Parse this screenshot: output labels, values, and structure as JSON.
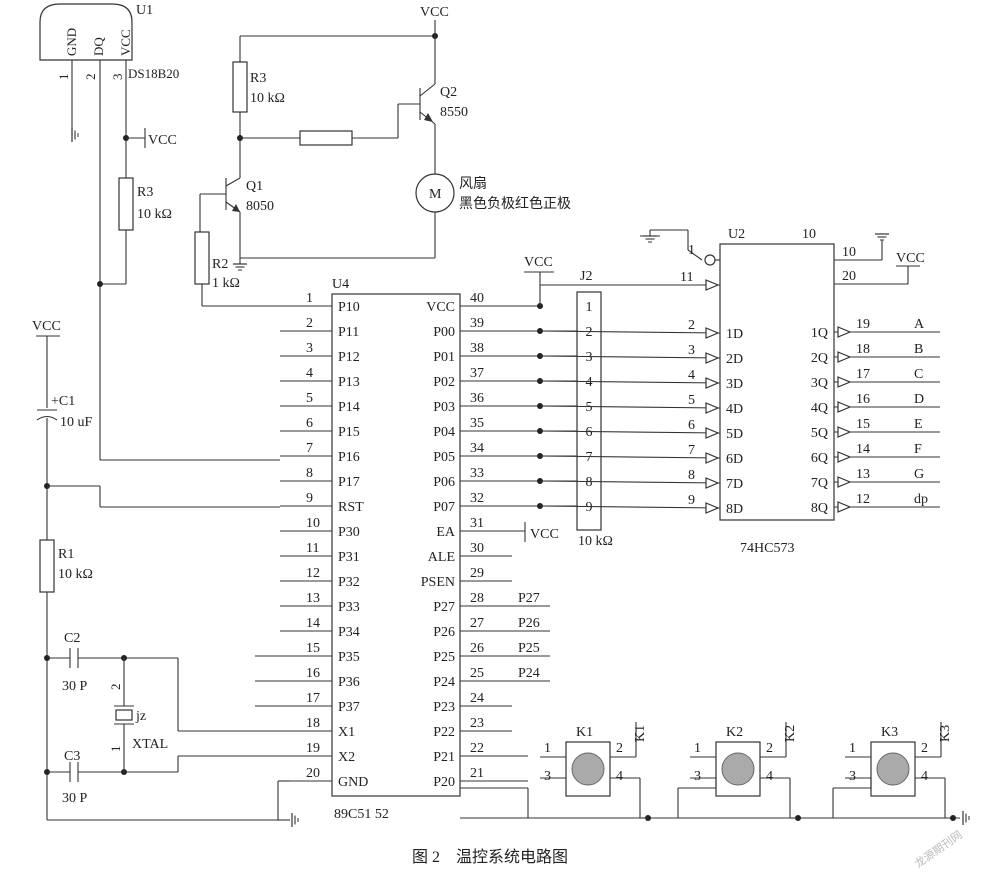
{
  "caption": "图 2　温控系统电路图",
  "watermark": "龙源期刊网",
  "net_vcc": "VCC",
  "sensor": {
    "ref": "U1",
    "model": "DS18B20",
    "pins": [
      {
        "num": "1",
        "name": "GND"
      },
      {
        "num": "2",
        "name": "DQ"
      },
      {
        "num": "3",
        "name": "VCC"
      }
    ]
  },
  "pullup": {
    "ref": "R3",
    "value": "10 kΩ"
  },
  "fan": {
    "r_top": {
      "ref": "R3",
      "value": "10 kΩ"
    },
    "q1": {
      "ref": "Q1",
      "model": "8050"
    },
    "q2": {
      "ref": "Q2",
      "model": "8550"
    },
    "r2": {
      "ref": "R2",
      "value": "1 kΩ"
    },
    "motor_symbol": "M",
    "motor_label": "风扇",
    "motor_note": "黑色负极红色正极"
  },
  "reset": {
    "c1_ref": "C1",
    "c1_polarity": "+",
    "c1_value": "10 uF",
    "r1_ref": "R1",
    "r1_value": "10 kΩ"
  },
  "crystal": {
    "c2_ref": "C2",
    "c2_value": "30 P",
    "c3_ref": "C3",
    "c3_value": "30 P",
    "ref": "jz",
    "name": "XTAL",
    "pin_top": "2",
    "pin_bottom": "1"
  },
  "mcu": {
    "ref": "U4",
    "model": "89C51 52",
    "left_pins": [
      {
        "num": "1",
        "name": "P10"
      },
      {
        "num": "2",
        "name": "P11"
      },
      {
        "num": "3",
        "name": "P12"
      },
      {
        "num": "4",
        "name": "P13"
      },
      {
        "num": "5",
        "name": "P14"
      },
      {
        "num": "6",
        "name": "P15"
      },
      {
        "num": "7",
        "name": "P16"
      },
      {
        "num": "8",
        "name": "P17"
      },
      {
        "num": "9",
        "name": "RST"
      },
      {
        "num": "10",
        "name": "P30"
      },
      {
        "num": "11",
        "name": "P31"
      },
      {
        "num": "12",
        "name": "P32"
      },
      {
        "num": "13",
        "name": "P33"
      },
      {
        "num": "14",
        "name": "P34"
      },
      {
        "num": "15",
        "name": "P35"
      },
      {
        "num": "16",
        "name": "P36"
      },
      {
        "num": "17",
        "name": "P37"
      },
      {
        "num": "18",
        "name": "X1"
      },
      {
        "num": "19",
        "name": "X2"
      },
      {
        "num": "20",
        "name": "GND"
      }
    ],
    "right_pins": [
      {
        "num": "40",
        "name": "VCC",
        "net": ""
      },
      {
        "num": "39",
        "name": "P00",
        "net": ""
      },
      {
        "num": "38",
        "name": "P01",
        "net": ""
      },
      {
        "num": "37",
        "name": "P02",
        "net": ""
      },
      {
        "num": "36",
        "name": "P03",
        "net": ""
      },
      {
        "num": "35",
        "name": "P04",
        "net": ""
      },
      {
        "num": "34",
        "name": "P05",
        "net": ""
      },
      {
        "num": "33",
        "name": "P06",
        "net": ""
      },
      {
        "num": "32",
        "name": "P07",
        "net": ""
      },
      {
        "num": "31",
        "name": "EA",
        "net": "VCC"
      },
      {
        "num": "30",
        "name": "ALE",
        "net": ""
      },
      {
        "num": "29",
        "name": "PSEN",
        "net": ""
      },
      {
        "num": "28",
        "name": "P27",
        "net": "P27"
      },
      {
        "num": "27",
        "name": "P26",
        "net": "P26"
      },
      {
        "num": "26",
        "name": "P25",
        "net": "P25"
      },
      {
        "num": "25",
        "name": "P24",
        "net": "P24"
      },
      {
        "num": "24",
        "name": "P23",
        "net": ""
      },
      {
        "num": "23",
        "name": "P22",
        "net": ""
      },
      {
        "num": "22",
        "name": "P21",
        "net": ""
      },
      {
        "num": "21",
        "name": "P20",
        "net": ""
      }
    ]
  },
  "resistor_pack": {
    "ref": "J2",
    "value": "10 kΩ",
    "pins": [
      "1",
      "2",
      "3",
      "4",
      "5",
      "6",
      "7",
      "8",
      "9"
    ]
  },
  "latch": {
    "ref": "U2",
    "model": "74HC573",
    "top_pin": "10",
    "oe_pin": "1",
    "le_pin": "11",
    "gnd_pin": "10",
    "vcc_pin": "20",
    "inputs": [
      {
        "num": "2",
        "name": "1D"
      },
      {
        "num": "3",
        "name": "2D"
      },
      {
        "num": "4",
        "name": "3D"
      },
      {
        "num": "5",
        "name": "4D"
      },
      {
        "num": "6",
        "name": "5D"
      },
      {
        "num": "7",
        "name": "6D"
      },
      {
        "num": "8",
        "name": "7D"
      },
      {
        "num": "9",
        "name": "8D"
      }
    ],
    "outputs": [
      {
        "num": "19",
        "name": "1Q",
        "net": "A"
      },
      {
        "num": "18",
        "name": "2Q",
        "net": "B"
      },
      {
        "num": "17",
        "name": "3Q",
        "net": "C"
      },
      {
        "num": "16",
        "name": "4Q",
        "net": "D"
      },
      {
        "num": "15",
        "name": "5Q",
        "net": "E"
      },
      {
        "num": "14",
        "name": "6Q",
        "net": "F"
      },
      {
        "num": "13",
        "name": "7Q",
        "net": "G"
      },
      {
        "num": "12",
        "name": "8Q",
        "net": "dp"
      }
    ]
  },
  "keys": [
    {
      "ref": "K1",
      "pins": [
        "1",
        "2",
        "3",
        "4"
      ]
    },
    {
      "ref": "K2",
      "pins": [
        "1",
        "2",
        "3",
        "4"
      ]
    },
    {
      "ref": "K3",
      "pins": [
        "1",
        "2",
        "3",
        "4"
      ]
    }
  ]
}
